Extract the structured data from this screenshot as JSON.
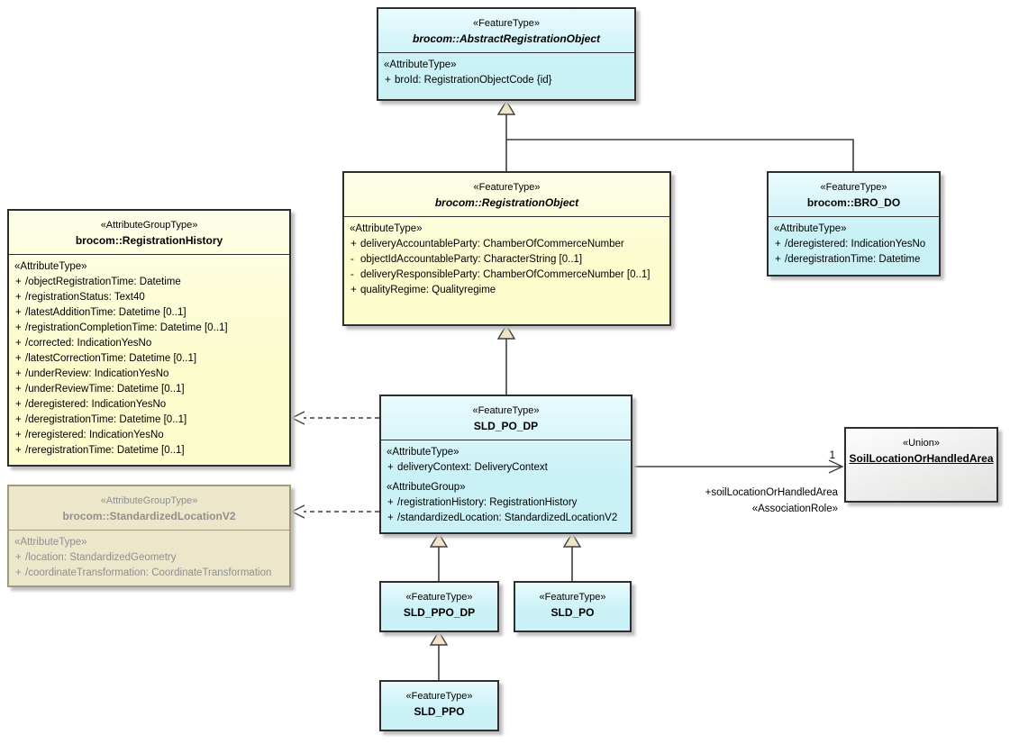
{
  "classes": {
    "abstractRegistrationObject": {
      "stereotype": "«FeatureType»",
      "name": "brocom::AbstractRegistrationObject",
      "attr_heading": "«AttributeType»",
      "attrs": [
        {
          "vis": "+",
          "text": "broId: RegistrationObjectCode {id}"
        }
      ]
    },
    "registrationObject": {
      "stereotype": "«FeatureType»",
      "name": "brocom::RegistrationObject",
      "attr_heading": "«AttributeType»",
      "attrs": [
        {
          "vis": "+",
          "text": "deliveryAccountableParty: ChamberOfCommerceNumber"
        },
        {
          "vis": "-",
          "text": "objectIdAccountableParty: CharacterString [0..1]"
        },
        {
          "vis": "-",
          "text": "deliveryResponsibleParty: ChamberOfCommerceNumber [0..1]"
        },
        {
          "vis": "+",
          "text": "qualityRegime: Qualityregime"
        }
      ]
    },
    "broDo": {
      "stereotype": "«FeatureType»",
      "name": "brocom::BRO_DO",
      "attr_heading": "«AttributeType»",
      "attrs": [
        {
          "vis": "+",
          "text": "/deregistered: IndicationYesNo"
        },
        {
          "vis": "+",
          "text": "/deregistrationTime: Datetime"
        }
      ]
    },
    "registrationHistory": {
      "stereotype": "«AttributeGroupType»",
      "name": "brocom::RegistrationHistory",
      "attr_heading": "«AttributeType»",
      "attrs": [
        {
          "vis": "+",
          "text": "/objectRegistrationTime: Datetime"
        },
        {
          "vis": "+",
          "text": "/registrationStatus: Text40"
        },
        {
          "vis": "+",
          "text": "/latestAdditionTime: Datetime [0..1]"
        },
        {
          "vis": "+",
          "text": "/registrationCompletionTime: Datetime [0..1]"
        },
        {
          "vis": "+",
          "text": "/corrected: IndicationYesNo"
        },
        {
          "vis": "+",
          "text": "/latestCorrectionTime: Datetime [0..1]"
        },
        {
          "vis": "+",
          "text": "/underReview: IndicationYesNo"
        },
        {
          "vis": "+",
          "text": "/underReviewTime: Datetime [0..1]"
        },
        {
          "vis": "+",
          "text": "/deregistered: IndicationYesNo"
        },
        {
          "vis": "+",
          "text": "/deregistrationTime: Datetime [0..1]"
        },
        {
          "vis": "+",
          "text": "/reregistered: IndicationYesNo"
        },
        {
          "vis": "+",
          "text": "/reregistrationTime: Datetime [0..1]"
        }
      ]
    },
    "standardizedLocationV2": {
      "stereotype": "«AttributeGroupType»",
      "name": "brocom::StandardizedLocationV2",
      "attr_heading": "«AttributeType»",
      "attrs": [
        {
          "vis": "+",
          "text": "/location: StandardizedGeometry"
        },
        {
          "vis": "+",
          "text": "/coordinateTransformation: CoordinateTransformation"
        }
      ]
    },
    "sldPoDp": {
      "stereotype": "«FeatureType»",
      "name": "SLD_PO_DP",
      "attr_heading": "«AttributeType»",
      "attrs": [
        {
          "vis": "+",
          "text": "deliveryContext: DeliveryContext"
        }
      ],
      "group_heading": "«AttributeGroup»",
      "group_attrs": [
        {
          "vis": "+",
          "text": "/registrationHistory: RegistrationHistory"
        },
        {
          "vis": "+",
          "text": "/standardizedLocation: StandardizedLocationV2"
        }
      ]
    },
    "soilLocationOrHandledArea": {
      "stereotype": "«Union»",
      "name": "SoilLocationOrHandledArea"
    },
    "sldPpoDp": {
      "stereotype": "«FeatureType»",
      "name": "SLD_PPO_DP"
    },
    "sldPo": {
      "stereotype": "«FeatureType»",
      "name": "SLD_PO"
    },
    "sldPpo": {
      "stereotype": "«FeatureType»",
      "name": "SLD_PPO"
    }
  },
  "association": {
    "multiplicity": "1",
    "role_name": "+soilLocationOrHandledArea",
    "stereotype": "«AssociationRole»"
  },
  "colors": {
    "fill_cyan": "#c9f1f6",
    "fill_yellow": "#fcfccd",
    "fill_faded": "#ece6cb",
    "text_faded": "#8f8f8f",
    "border_faded": "#a39a7e",
    "fill_union_light": "#fdfdfd",
    "fill_union_dark": "#e1e1df",
    "line": "#3f3f3f",
    "triangle_fill": "#f1e5c6",
    "shadow": "#bfbfbf"
  }
}
